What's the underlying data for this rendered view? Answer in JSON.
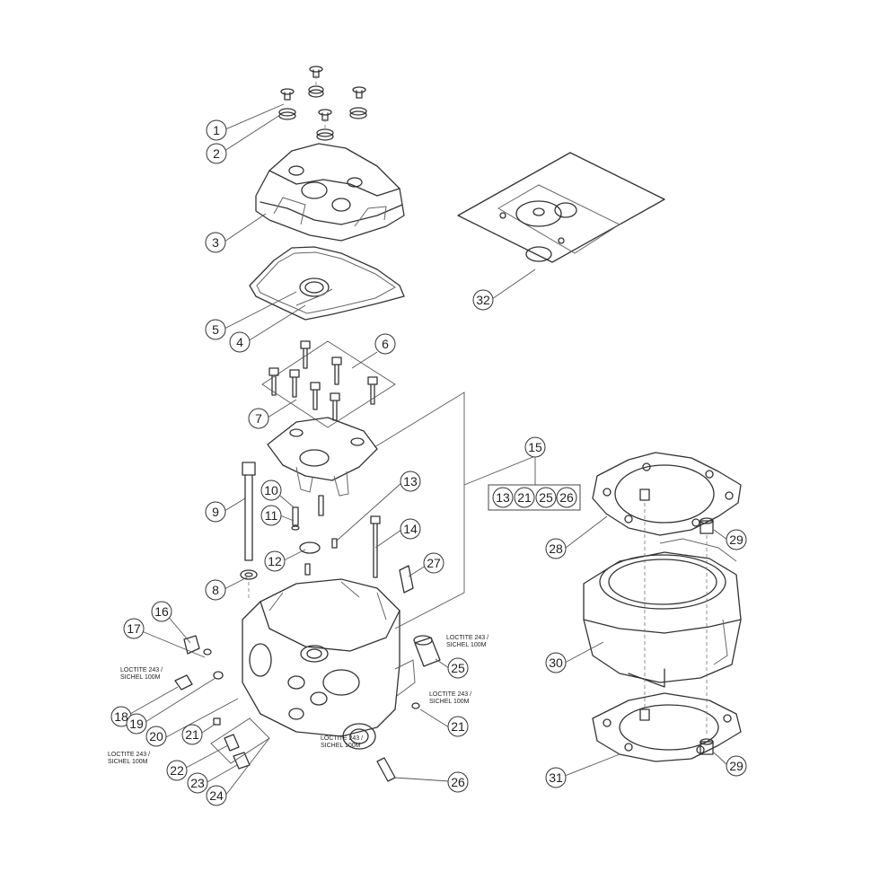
{
  "diagram": {
    "callouts": [
      "1",
      "2",
      "3",
      "4",
      "5",
      "6",
      "7",
      "8",
      "9",
      "10",
      "11",
      "12",
      "13",
      "14",
      "15",
      "16",
      "17",
      "18",
      "19",
      "20",
      "21",
      "22",
      "23",
      "24",
      "25",
      "26",
      "27",
      "28",
      "29",
      "30",
      "31",
      "32"
    ],
    "kit_15_items": [
      "13",
      "21",
      "25",
      "26"
    ],
    "notes": {
      "loctite_line1": "LOCTITE 243 /",
      "loctite_line2": "SICHEL 100M"
    }
  }
}
